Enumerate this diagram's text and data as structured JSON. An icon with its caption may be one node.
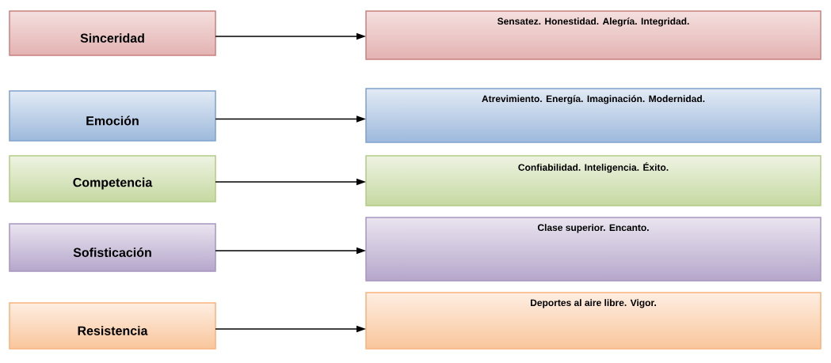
{
  "diagram": {
    "nodes": [
      {
        "text": [
          "Sinceridad"
        ]
      },
      {
        "text": [
          "Sensatez. Honestidad. Alegría. Integridad."
        ]
      },
      {
        "text": [
          "Emoción"
        ]
      },
      {
        "text": [
          "Atrevimiento. Energía. Imaginación. Modernidad."
        ]
      },
      {
        "text": [
          "Competencia"
        ]
      },
      {
        "text": [
          "Confiabilidad. Inteligencia. Éxito."
        ]
      },
      {
        "text": [
          "Sofisticación"
        ]
      },
      {
        "text": [
          "Clase superior. Encanto."
        ]
      },
      {
        "text": [
          "Resistencia"
        ]
      },
      {
        "text": [
          "Deportes al aire libre.  Vigor."
        ]
      }
    ],
    "edges": [
      {
        "from": 0,
        "to": 1,
        "arrow": "to"
      },
      {
        "from": 2,
        "to": 3,
        "arrow": "to"
      },
      {
        "from": 4,
        "to": 5,
        "arrow": "to"
      },
      {
        "from": 6,
        "to": 7,
        "arrow": "to"
      },
      {
        "from": 8,
        "to": 9,
        "arrow": "to"
      }
    ]
  }
}
